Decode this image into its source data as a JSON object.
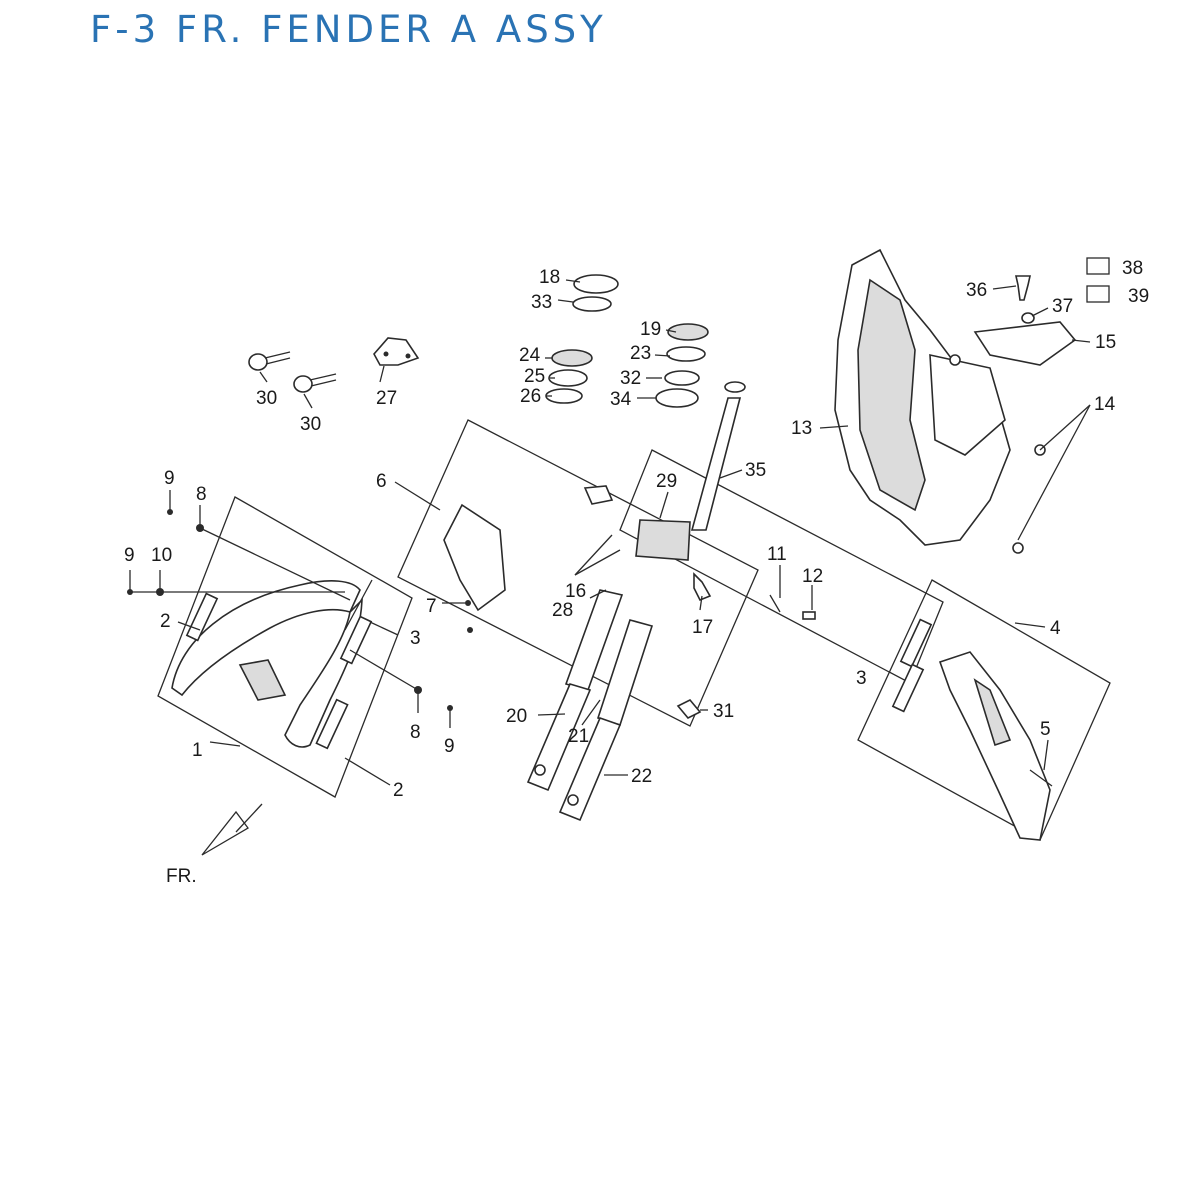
{
  "title": "F-3 FR. FENDER A ASSY",
  "direction_label": "FR.",
  "callouts": [
    "1",
    "2",
    "2",
    "3",
    "3",
    "4",
    "5",
    "6",
    "7",
    "8",
    "8",
    "9",
    "9",
    "9",
    "10",
    "11",
    "12",
    "13",
    "14",
    "15",
    "16",
    "17",
    "18",
    "19",
    "20",
    "21",
    "22",
    "23",
    "24",
    "25",
    "26",
    "27",
    "28",
    "29",
    "30",
    "30",
    "31",
    "32",
    "33",
    "34",
    "35",
    "36",
    "37",
    "38",
    "39"
  ]
}
